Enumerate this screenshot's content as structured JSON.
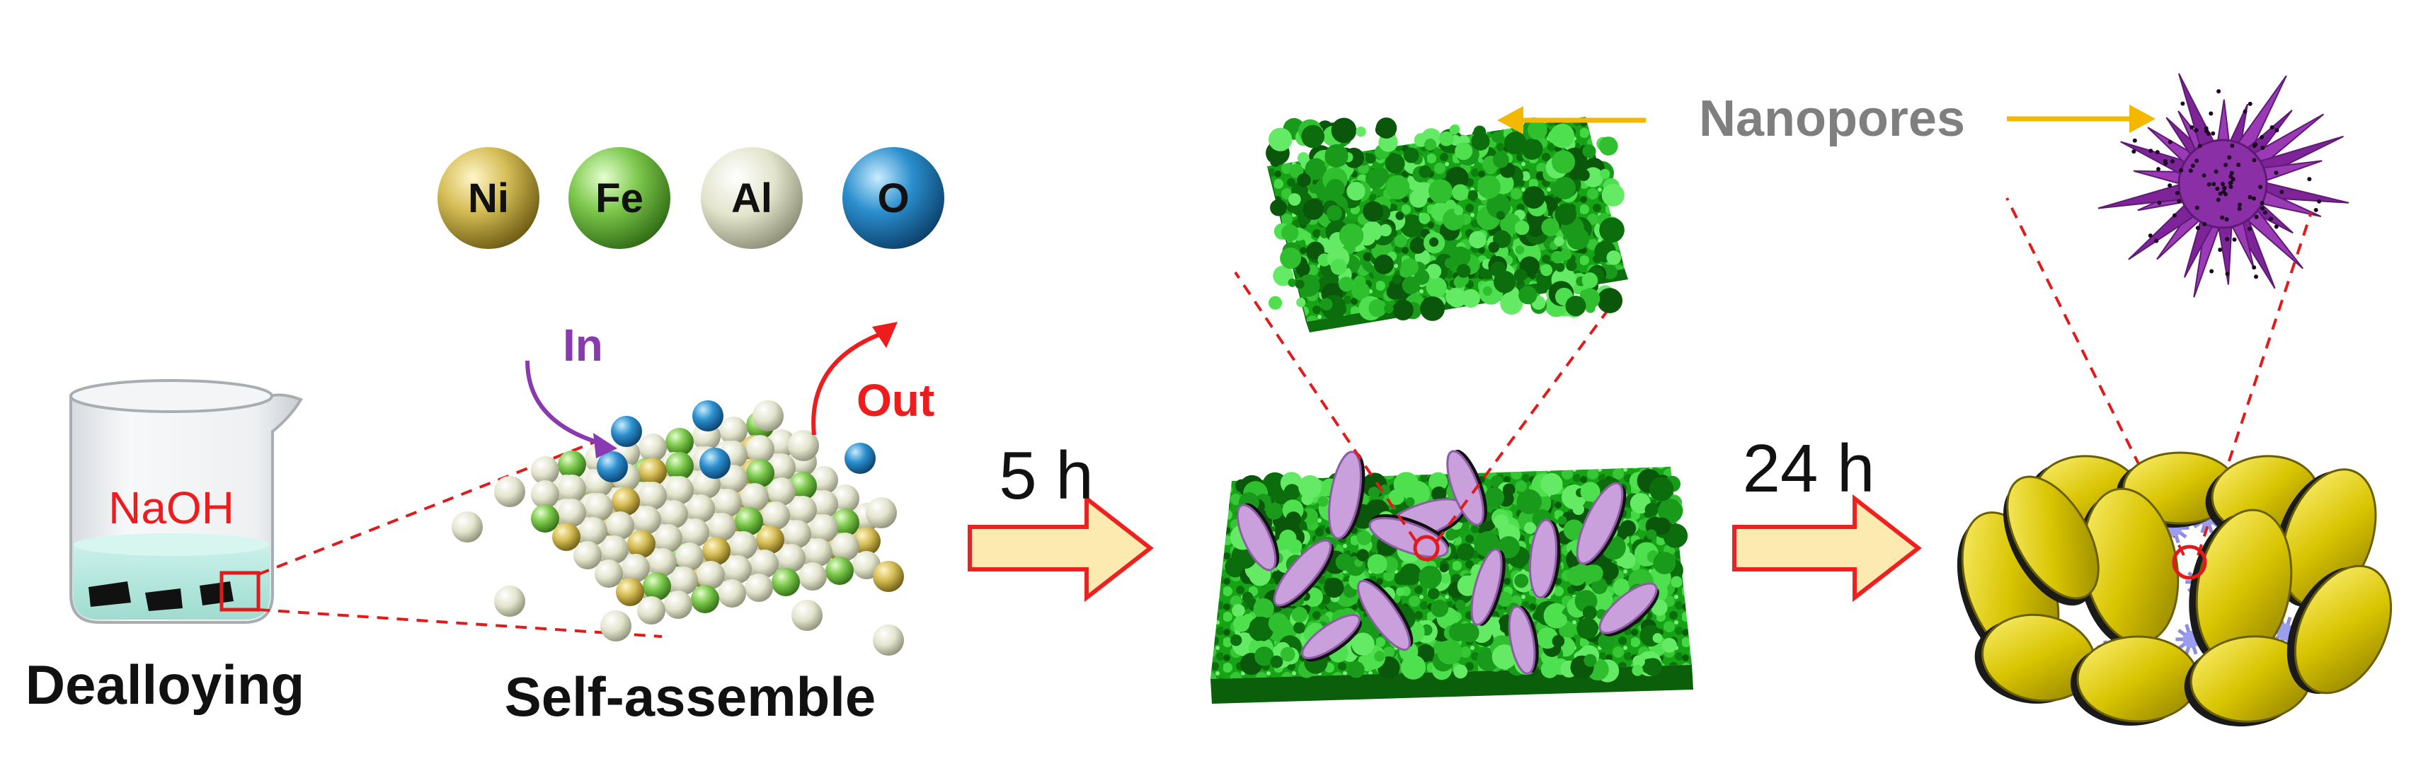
{
  "elements": {
    "ni": "Ni",
    "fe": "Fe",
    "al": "Al",
    "o": "O"
  },
  "beaker": {
    "solution": "NaOH",
    "caption": "Dealloying"
  },
  "assembly": {
    "in_label": "In",
    "out_label": "Out",
    "caption": "Self-assemble"
  },
  "steps": {
    "first_time": "5 h",
    "second_time": "24 h"
  },
  "annotation": {
    "pores": "Nanopores"
  },
  "colors": {
    "ni": "#c9b24a",
    "fe": "#74c44a",
    "al": "#e6e8d2",
    "o": "#2b8fce",
    "foam": "#18a818",
    "sheet": "#c79ad8",
    "urchin": "#8b2fa6",
    "plate": "#d8c400",
    "cluster": "#8c8ee0",
    "arrow_fill": "#fdeab0",
    "arrow_stroke": "#ee2020",
    "pointer": "#f5b800",
    "dash": "#e11b1b",
    "in_arrow": "#8a3ab0",
    "out_arrow": "#ee1c1c"
  }
}
